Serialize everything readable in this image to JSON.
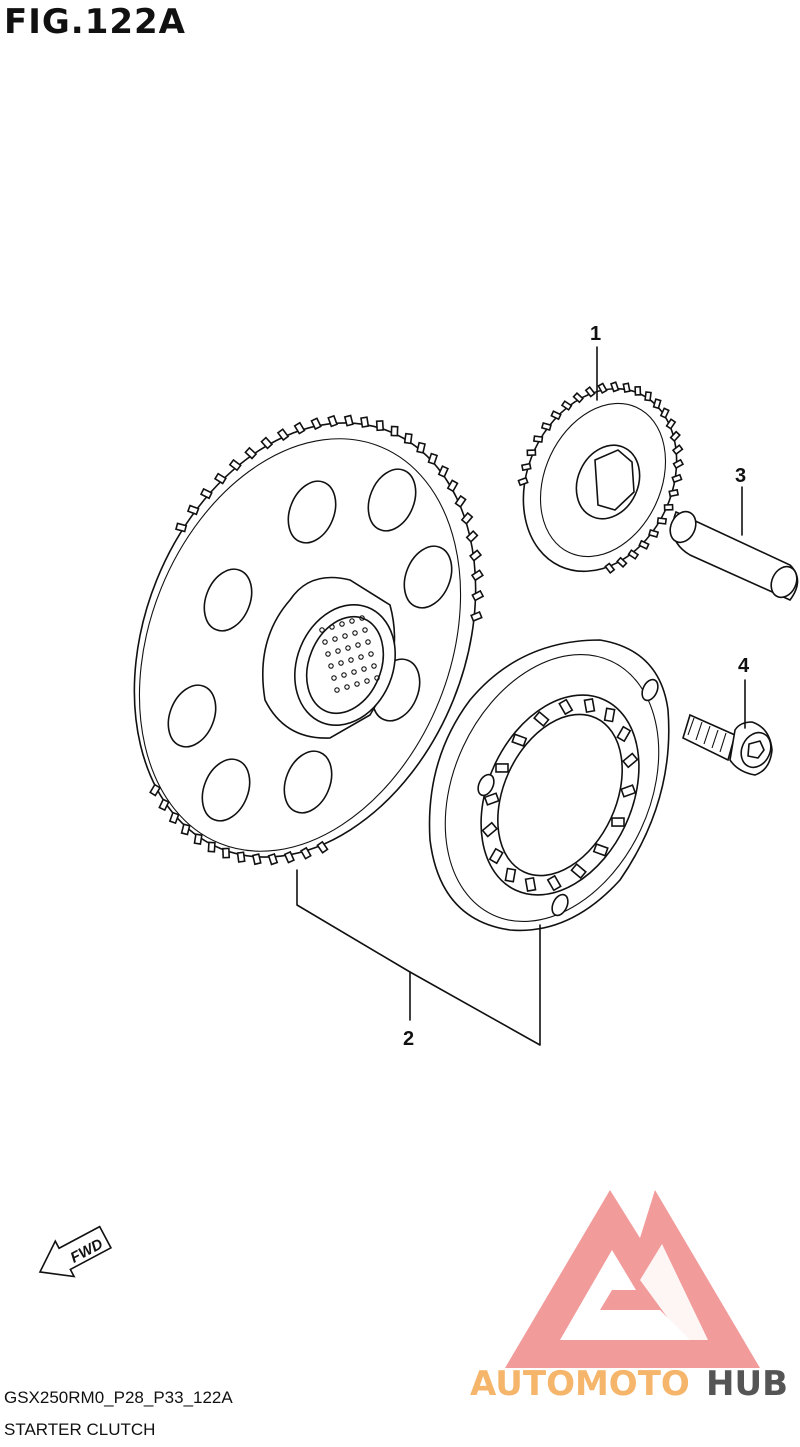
{
  "figure": {
    "title": "FIG.122A"
  },
  "callouts": [
    {
      "id": "1",
      "label": "1"
    },
    {
      "id": "2",
      "label": "2"
    },
    {
      "id": "3",
      "label": "3"
    },
    {
      "id": "4",
      "label": "4"
    }
  ],
  "fwd": {
    "label": "FWD"
  },
  "footer": {
    "code": "GSX250RM0_P28_P33_122A",
    "name": "STARTER CLUTCH"
  },
  "logo": {
    "part1": "AUTOMOTO",
    "part2": "HUB",
    "color_primary": "#f08a8a",
    "color_secondary": "#f5b56a",
    "color_dark": "#555555"
  }
}
